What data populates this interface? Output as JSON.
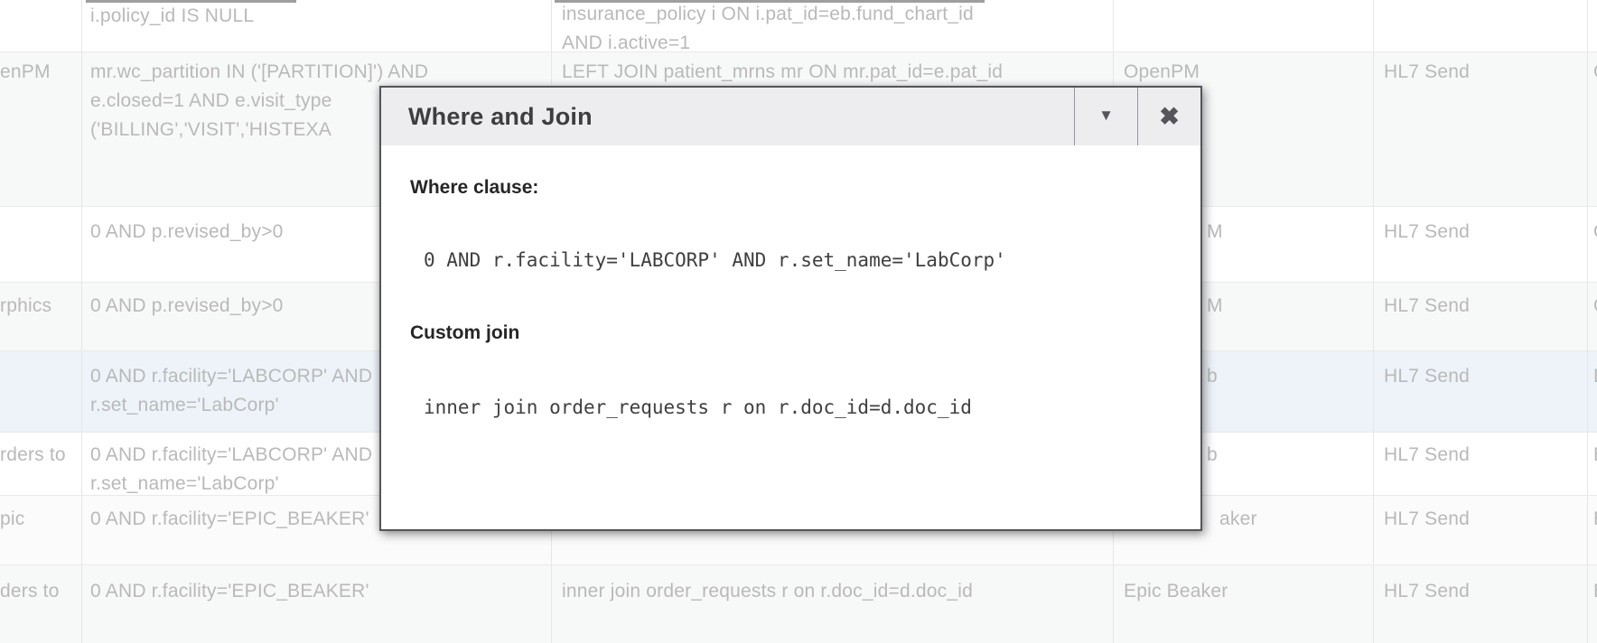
{
  "modal": {
    "title": "Where and Join",
    "collapse_icon": "▼",
    "close_icon": "✖",
    "where_label": "Where clause:",
    "where_value": "0 AND r.facility='LABCORP' AND r.set_name='LabCorp'",
    "join_label": "Custom join",
    "join_value": "inner join order_requests r on r.doc_id=d.doc_id"
  },
  "table": {
    "column_semantics": [
      "name (clipped)",
      "where clause",
      "custom join",
      "system",
      "send type",
      "clipped edge column"
    ],
    "rows": [
      {
        "where": "i.policy_id IS NULL",
        "join": "insurance_policy i ON i.pat_id=eb.fund_chart_id\nAND i.active=1"
      },
      {
        "name": "enPM",
        "where": "mr.wc_partition IN ('[PARTITION]') AND\ne.closed=1 AND e.visit_type\n('BILLING','VISIT','HISTEXA",
        "join": "LEFT JOIN patient_mrns mr ON mr.pat_id=e.pat_id",
        "system": "OpenPM",
        "send": "HL7 Send",
        "edge": "O"
      },
      {
        "where": "0 AND p.revised_by>0",
        "system": "M",
        "send": "HL7 Send",
        "edge": "O"
      },
      {
        "name": "rphics",
        "where": "0 AND p.revised_by>0",
        "system": "M",
        "send": "HL7 Send",
        "edge": "O"
      },
      {
        "where": "0 AND r.facility='LABCORP' AND\nr.set_name='LabCorp'",
        "system": "b",
        "send": "HL7 Send",
        "edge": "E",
        "highlighted": "true"
      },
      {
        "name": "rders to",
        "where": "0 AND r.facility='LABCORP' AND\nr.set_name='LabCorp'",
        "system": "b",
        "send": "HL7 Send",
        "edge": "E"
      },
      {
        "name": "pic",
        "where": "0 AND r.facility='EPIC_BEAKER'",
        "system": "aker",
        "send": "HL7 Send",
        "edge": "E"
      },
      {
        "name": "ders to",
        "where": "0 AND r.facility='EPIC_BEAKER'",
        "join": "inner join order_requests r on r.doc_id=d.doc_id",
        "system": "Epic Beaker",
        "send": "HL7 Send",
        "edge": "E"
      }
    ]
  },
  "colors": {
    "cell_text": "#b9b9b9",
    "row_alt": "#f7f8f8",
    "row_highlight": "#edf3f9",
    "modal_header": "#ededf0",
    "modal_border": "#55555a"
  }
}
